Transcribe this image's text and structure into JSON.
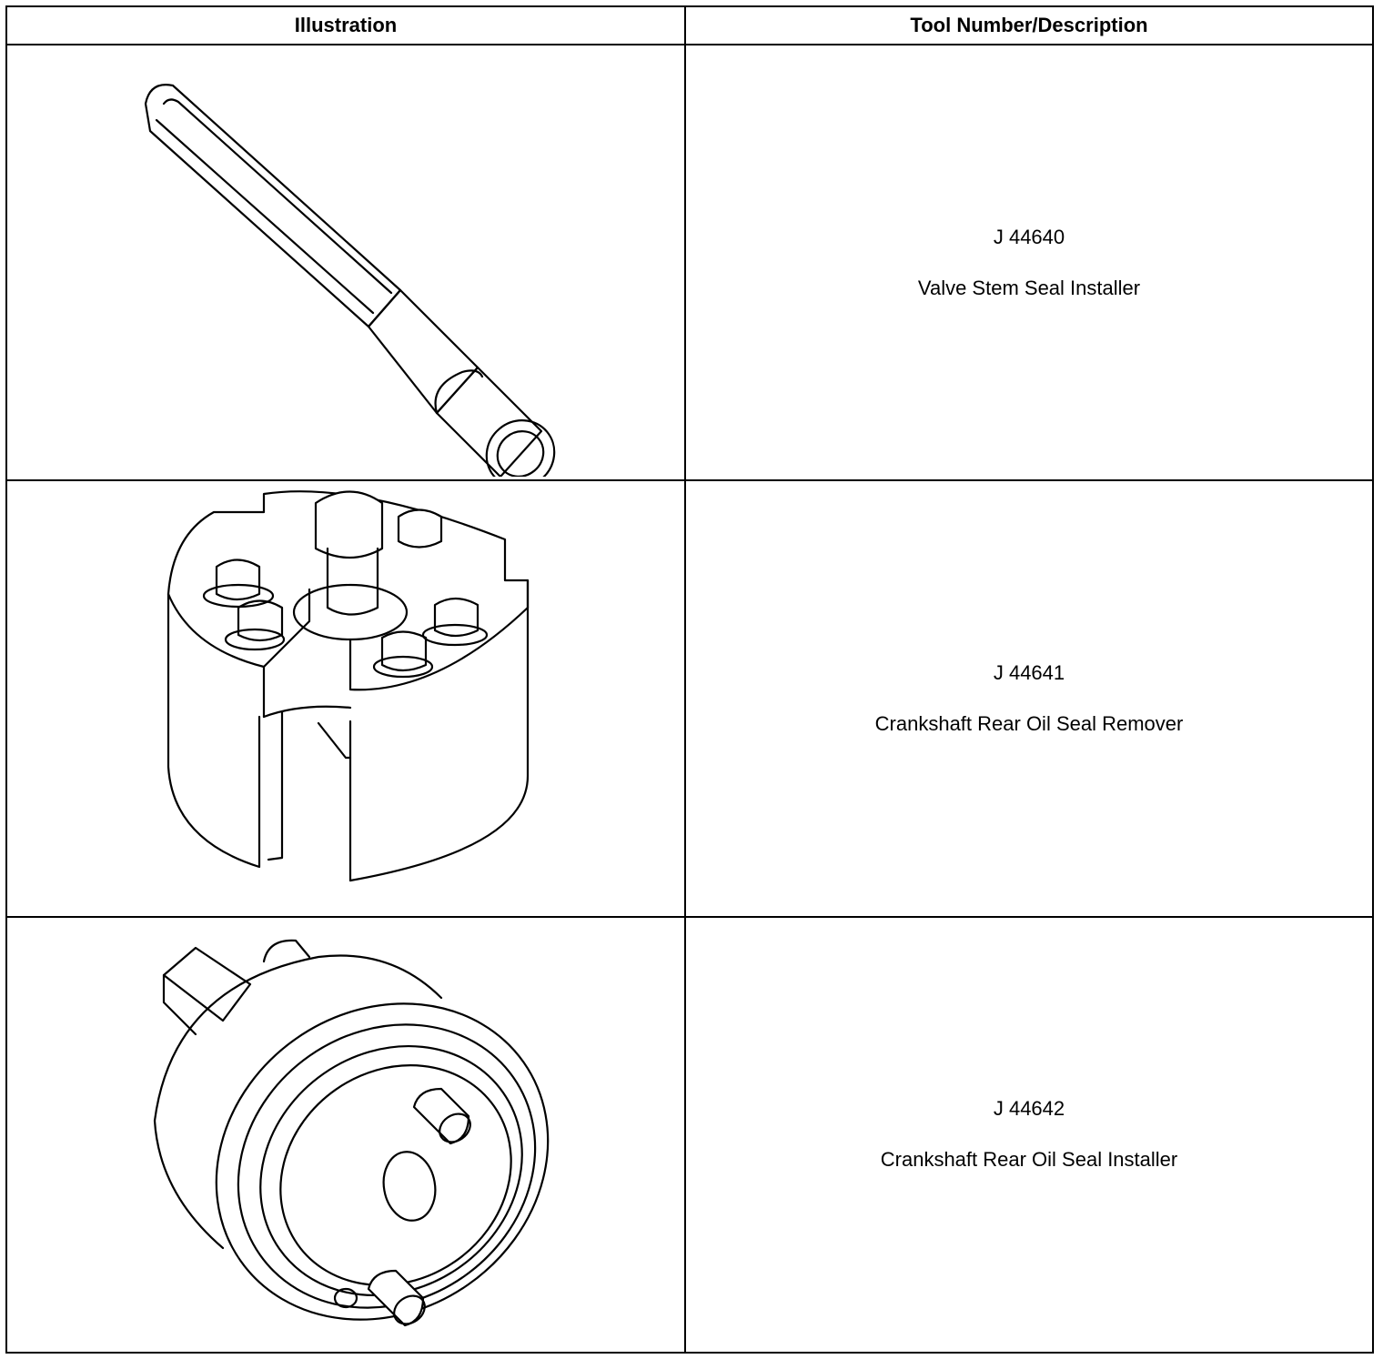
{
  "table": {
    "headers": {
      "illustration": "Illustration",
      "tool_description": "Tool Number/Description"
    },
    "rows": [
      {
        "tool_number": "J 44640",
        "description": "Valve Stem Seal Installer",
        "icon": "valve-stem-seal-installer-drawing"
      },
      {
        "tool_number": "J 44641",
        "description": "Crankshaft Rear Oil Seal Remover",
        "icon": "crankshaft-seal-remover-drawing"
      },
      {
        "tool_number": "J 44642",
        "description": "Crankshaft Rear Oil Seal Installer",
        "icon": "crankshaft-seal-installer-drawing"
      }
    ]
  }
}
